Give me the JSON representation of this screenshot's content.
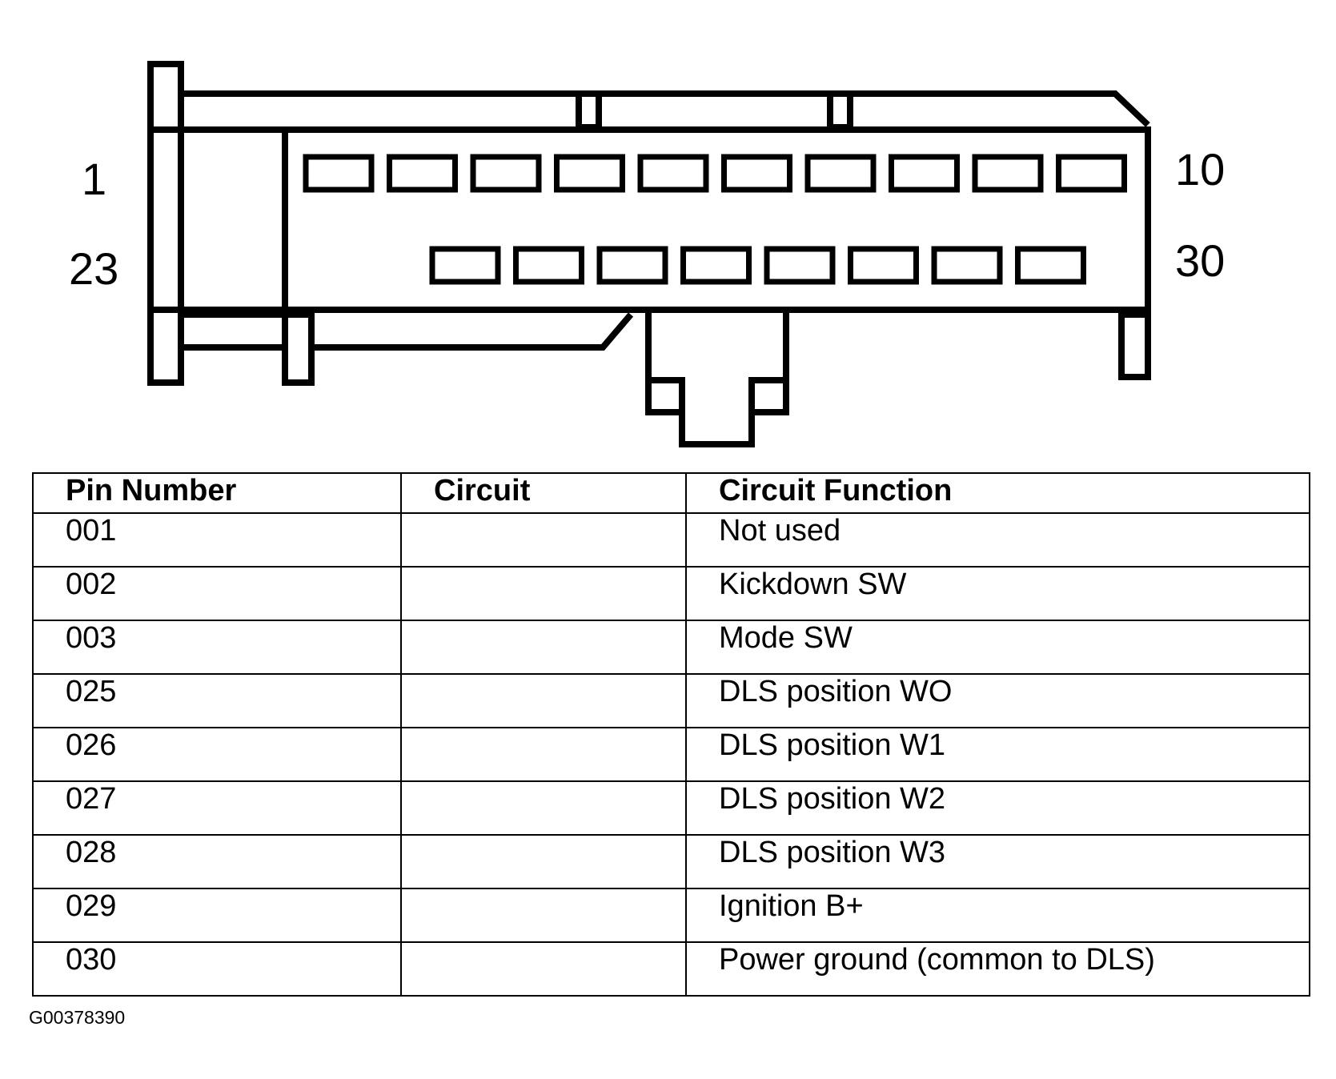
{
  "connector": {
    "label_pin_1": "1",
    "label_pin_10": "10",
    "label_pin_23": "23",
    "label_pin_30": "30",
    "top_row_cavities": 10,
    "bottom_row_cavities": 8
  },
  "table": {
    "headers": {
      "pin_number": "Pin Number",
      "circuit": "Circuit",
      "circuit_function": "Circuit Function"
    },
    "rows": [
      {
        "pin": "001",
        "circuit": "",
        "function": "Not used"
      },
      {
        "pin": "002",
        "circuit": "",
        "function": "Kickdown SW"
      },
      {
        "pin": "003",
        "circuit": "",
        "function": "Mode SW"
      },
      {
        "pin": "025",
        "circuit": "",
        "function": "DLS position WO"
      },
      {
        "pin": "026",
        "circuit": "",
        "function": "DLS position W1"
      },
      {
        "pin": "027",
        "circuit": "",
        "function": "DLS position W2"
      },
      {
        "pin": "028",
        "circuit": "",
        "function": "DLS position W3"
      },
      {
        "pin": "029",
        "circuit": "",
        "function": "Ignition B+"
      },
      {
        "pin": "030",
        "circuit": "",
        "function": "Power ground (common to DLS)"
      }
    ]
  },
  "figure_id": "G00378390"
}
